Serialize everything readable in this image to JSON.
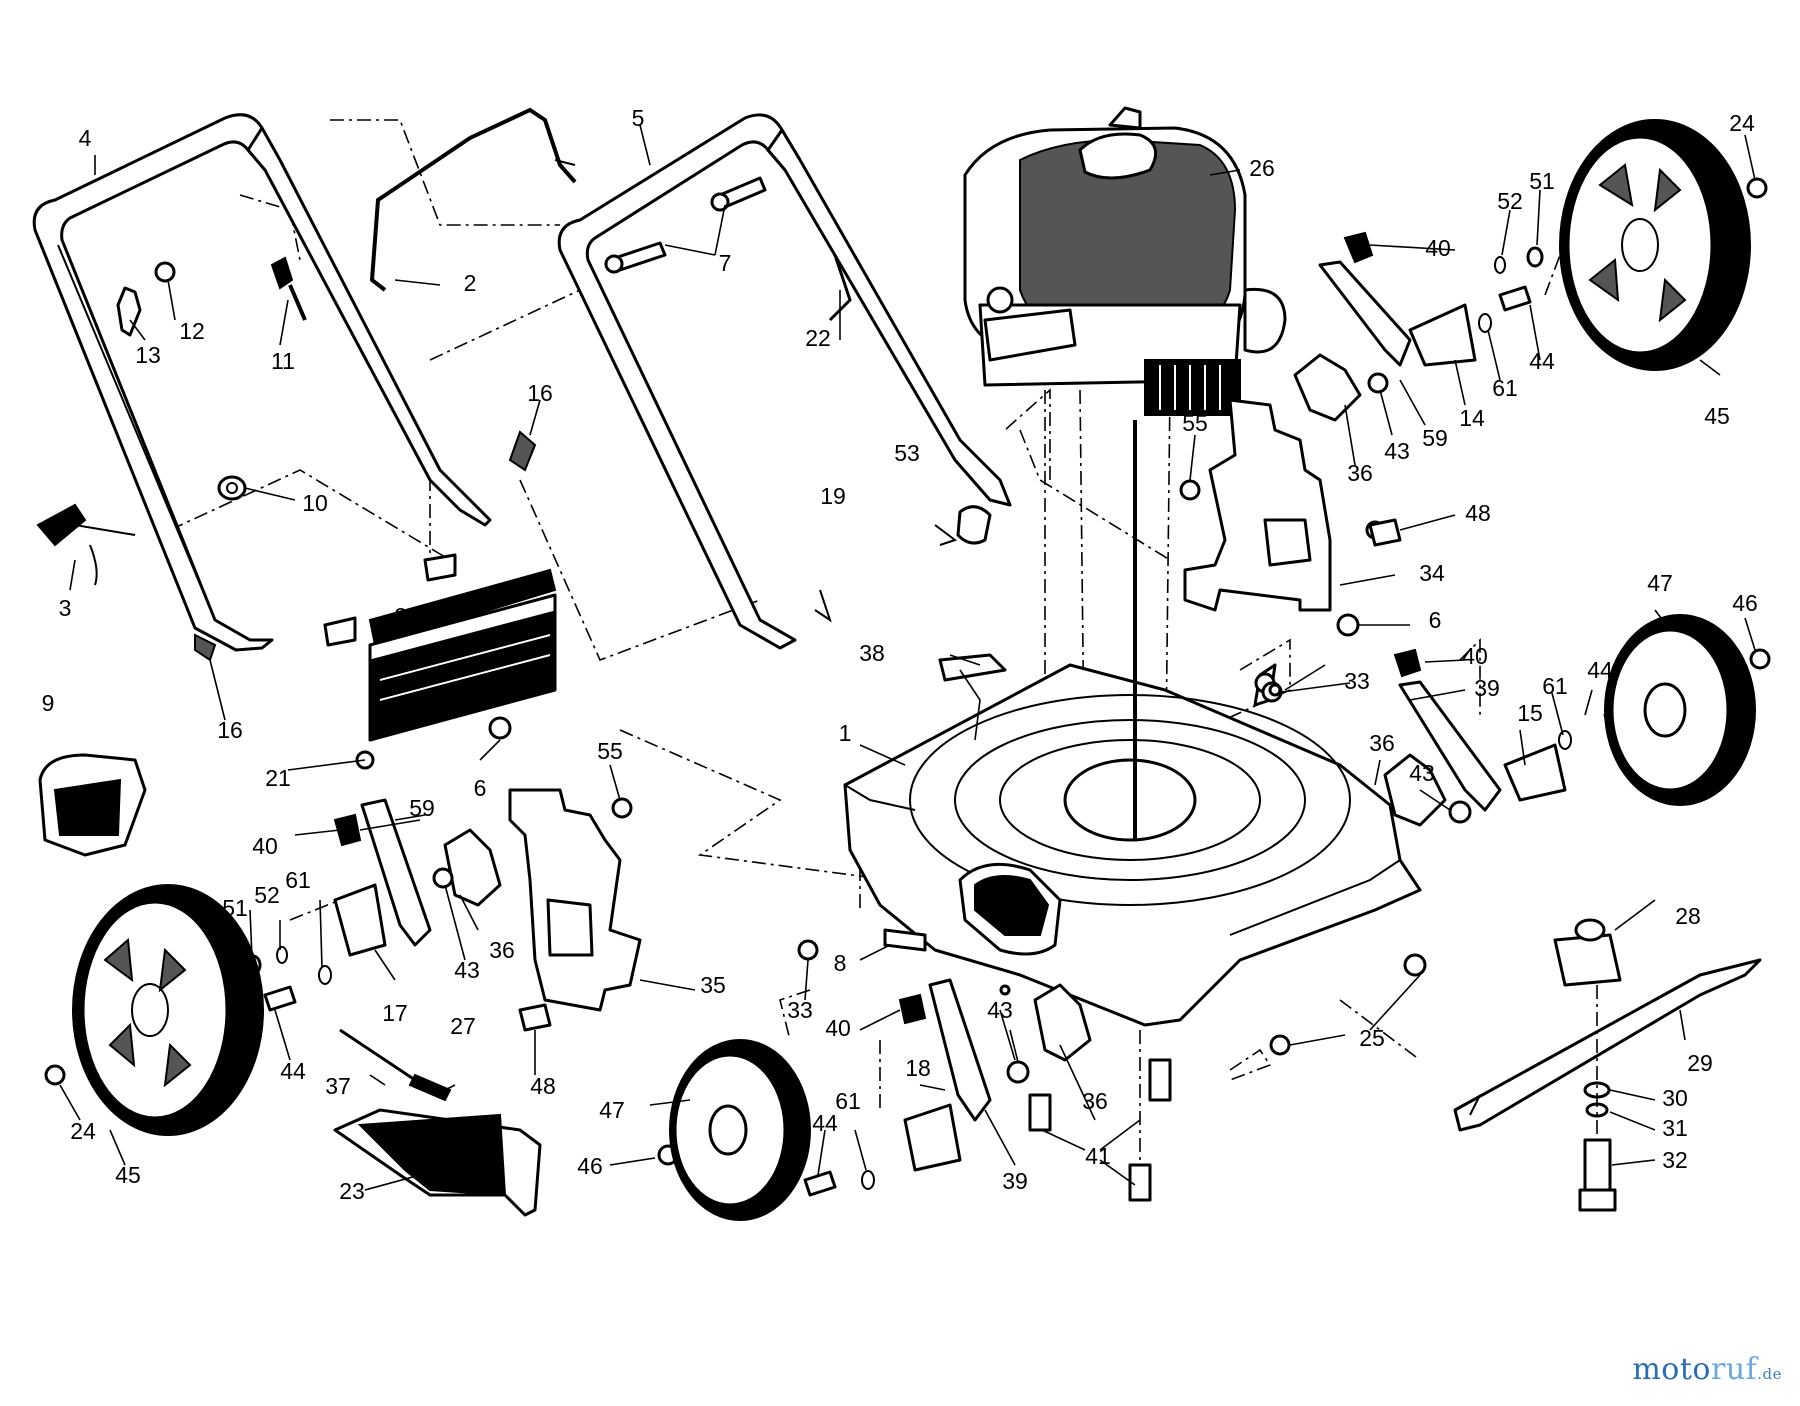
{
  "diagram": {
    "callouts": [
      {
        "id": "c1",
        "text": "1"
      },
      {
        "id": "c2",
        "text": "2"
      },
      {
        "id": "c3",
        "text": "3"
      },
      {
        "id": "c4",
        "text": "4"
      },
      {
        "id": "c5",
        "text": "5"
      },
      {
        "id": "c6a",
        "text": "6"
      },
      {
        "id": "c6b",
        "text": "6"
      },
      {
        "id": "c7",
        "text": "7"
      },
      {
        "id": "c8",
        "text": "8"
      },
      {
        "id": "c9",
        "text": "9"
      },
      {
        "id": "c10",
        "text": "10"
      },
      {
        "id": "c11",
        "text": "11"
      },
      {
        "id": "c12",
        "text": "12"
      },
      {
        "id": "c13",
        "text": "13"
      },
      {
        "id": "c14",
        "text": "14"
      },
      {
        "id": "c15",
        "text": "15"
      },
      {
        "id": "c16a",
        "text": "16"
      },
      {
        "id": "c16b",
        "text": "16"
      },
      {
        "id": "c17",
        "text": "17"
      },
      {
        "id": "c18",
        "text": "18"
      },
      {
        "id": "c19",
        "text": "19"
      },
      {
        "id": "c20",
        "text": "20"
      },
      {
        "id": "c21",
        "text": "21"
      },
      {
        "id": "c22",
        "text": "22"
      },
      {
        "id": "c23",
        "text": "23"
      },
      {
        "id": "c24a",
        "text": "24"
      },
      {
        "id": "c24b",
        "text": "24"
      },
      {
        "id": "c25",
        "text": "25"
      },
      {
        "id": "c26",
        "text": "26"
      },
      {
        "id": "c27",
        "text": "27"
      },
      {
        "id": "c28",
        "text": "28"
      },
      {
        "id": "c29",
        "text": "29"
      },
      {
        "id": "c30",
        "text": "30"
      },
      {
        "id": "c31",
        "text": "31"
      },
      {
        "id": "c32",
        "text": "32"
      },
      {
        "id": "c33a",
        "text": "33"
      },
      {
        "id": "c33b",
        "text": "33"
      },
      {
        "id": "c34",
        "text": "34"
      },
      {
        "id": "c35",
        "text": "35"
      },
      {
        "id": "c36a",
        "text": "36"
      },
      {
        "id": "c36b",
        "text": "36"
      },
      {
        "id": "c36c",
        "text": "36"
      },
      {
        "id": "c36d",
        "text": "36"
      },
      {
        "id": "c37",
        "text": "37"
      },
      {
        "id": "c38",
        "text": "38"
      },
      {
        "id": "c39a",
        "text": "39"
      },
      {
        "id": "c39b",
        "text": "39"
      },
      {
        "id": "c40a",
        "text": "40"
      },
      {
        "id": "c40b",
        "text": "40"
      },
      {
        "id": "c40c",
        "text": "40"
      },
      {
        "id": "c40d",
        "text": "40"
      },
      {
        "id": "c41",
        "text": "41"
      },
      {
        "id": "c43a",
        "text": "43"
      },
      {
        "id": "c43b",
        "text": "43"
      },
      {
        "id": "c43c",
        "text": "43"
      },
      {
        "id": "c43d",
        "text": "43"
      },
      {
        "id": "c44a",
        "text": "44"
      },
      {
        "id": "c44b",
        "text": "44"
      },
      {
        "id": "c44c",
        "text": "44"
      },
      {
        "id": "c44d",
        "text": "44"
      },
      {
        "id": "c45a",
        "text": "45"
      },
      {
        "id": "c45b",
        "text": "45"
      },
      {
        "id": "c46a",
        "text": "46"
      },
      {
        "id": "c46b",
        "text": "46"
      },
      {
        "id": "c47a",
        "text": "47"
      },
      {
        "id": "c47b",
        "text": "47"
      },
      {
        "id": "c48a",
        "text": "48"
      },
      {
        "id": "c48b",
        "text": "48"
      },
      {
        "id": "c51a",
        "text": "51"
      },
      {
        "id": "c51b",
        "text": "51"
      },
      {
        "id": "c52a",
        "text": "52"
      },
      {
        "id": "c52b",
        "text": "52"
      },
      {
        "id": "c53",
        "text": "53"
      },
      {
        "id": "c55a",
        "text": "55"
      },
      {
        "id": "c55b",
        "text": "55"
      },
      {
        "id": "c59a",
        "text": "59"
      },
      {
        "id": "c59b",
        "text": "59"
      },
      {
        "id": "c61a",
        "text": "61"
      },
      {
        "id": "c61b",
        "text": "61"
      },
      {
        "id": "c61c",
        "text": "61"
      },
      {
        "id": "c61d",
        "text": "61"
      }
    ]
  },
  "watermark": {
    "part_a": "moto",
    "part_b": "ruf",
    "tld": ".de"
  }
}
